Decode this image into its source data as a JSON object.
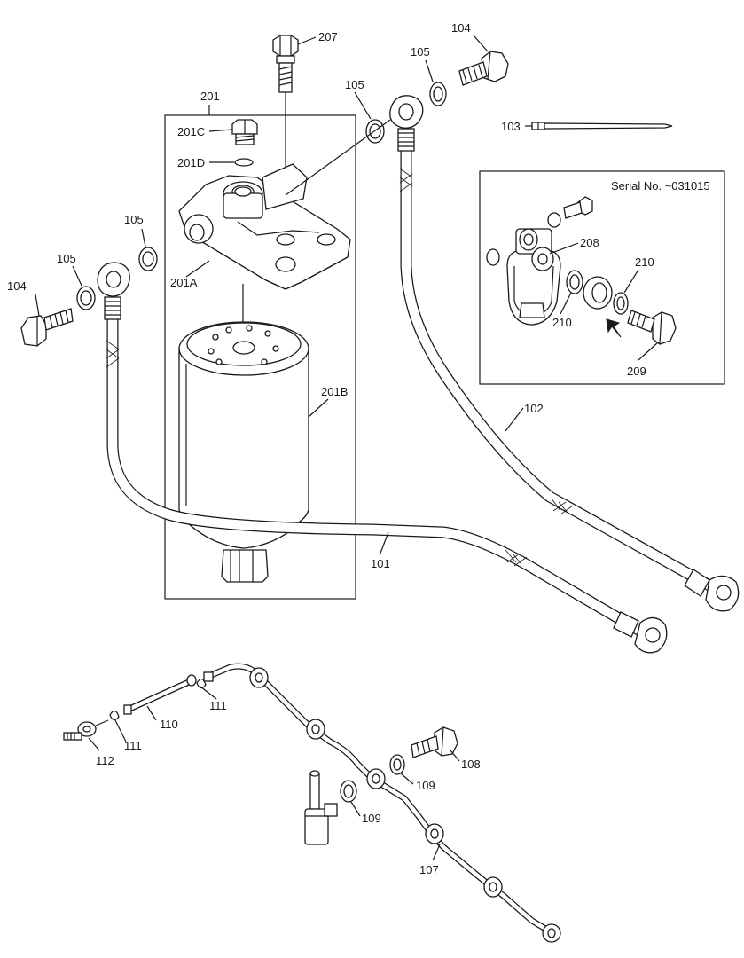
{
  "inset": {
    "serial_label": "Serial No. ~031015"
  },
  "callouts": {
    "c101": "101",
    "c102": "102",
    "c103": "103",
    "c104_top": "104",
    "c104_left": "104",
    "c105_top": "105",
    "c105_mid": "105",
    "c105_left1": "105",
    "c105_left2": "105",
    "c107": "107",
    "c108": "108",
    "c109_a": "109",
    "c109_b": "109",
    "c110": "110",
    "c111_a": "111",
    "c111_b": "111",
    "c112": "112",
    "c201": "201",
    "c201A": "201A",
    "c201B": "201B",
    "c201C": "201C",
    "c201D": "201D",
    "c207": "207",
    "c208": "208",
    "c209": "209",
    "c210_a": "210",
    "c210_b": "210"
  }
}
